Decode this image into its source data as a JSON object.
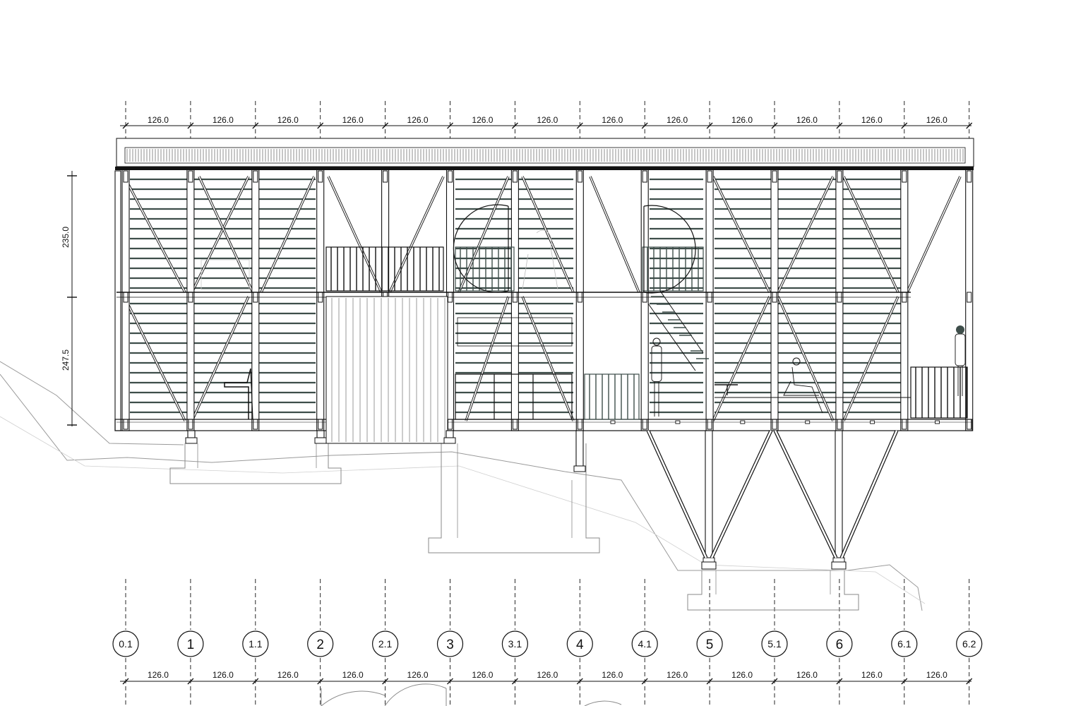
{
  "colors": {
    "ink": "#111111",
    "panel": "#3e4e4a",
    "thin": "#8a8a8a",
    "ground": "#9a9a9a"
  },
  "top_dimensions": [
    "126.0",
    "126.0",
    "126.0",
    "126.0",
    "126.0",
    "126.0",
    "126.0",
    "126.0",
    "126.0",
    "126.0",
    "126.0",
    "126.0",
    "126.0"
  ],
  "bottom_dimensions": [
    "126.0",
    "126.0",
    "126.0",
    "126.0",
    "126.0",
    "126.0",
    "126.0",
    "126.0",
    "126.0",
    "126.0",
    "126.0",
    "126.0",
    "126.0"
  ],
  "vertical_dimensions": [
    "235.0",
    "247.5"
  ],
  "grid_axes": [
    {
      "label": "0.1",
      "major": false
    },
    {
      "label": "1",
      "major": true
    },
    {
      "label": "1.1",
      "major": false
    },
    {
      "label": "2",
      "major": true
    },
    {
      "label": "2.1",
      "major": false
    },
    {
      "label": "3",
      "major": true
    },
    {
      "label": "3.1",
      "major": false
    },
    {
      "label": "4",
      "major": true
    },
    {
      "label": "4.1",
      "major": false
    },
    {
      "label": "5",
      "major": true
    },
    {
      "label": "5.1",
      "major": false
    },
    {
      "label": "6",
      "major": true
    },
    {
      "label": "6.1",
      "major": false
    },
    {
      "label": "6.2",
      "major": false
    }
  ]
}
